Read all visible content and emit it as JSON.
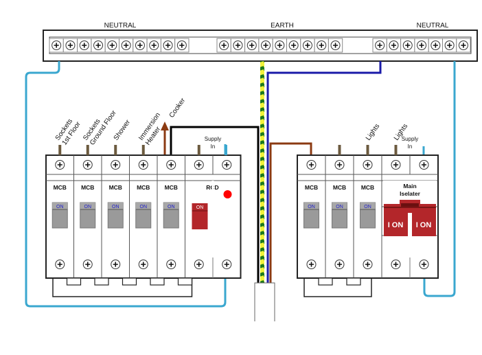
{
  "busbar": {
    "neutral_left_label": "NEUTRAL",
    "earth_label": "EARTH",
    "neutral_right_label": "NEUTRAL",
    "neutral_left_terminals": 10,
    "earth_terminals": 9,
    "neutral_right_terminals": 7
  },
  "left_unit": {
    "circuits": [
      {
        "lines": [
          "Sockets",
          "1st Floor"
        ]
      },
      {
        "lines": [
          "Sockets",
          "Ground Floor"
        ]
      },
      {
        "lines": [
          "Shower"
        ]
      },
      {
        "lines": [
          "Immersion",
          "Heater"
        ]
      },
      {
        "lines": [
          "Cooker"
        ]
      }
    ],
    "breakers": [
      {
        "type": "MCB",
        "switch": "ON"
      },
      {
        "type": "MCB",
        "switch": "ON"
      },
      {
        "type": "MCB",
        "switch": "ON"
      },
      {
        "type": "MCB",
        "switch": "ON"
      },
      {
        "type": "MCB",
        "switch": "ON"
      }
    ],
    "rcd": {
      "label": "RCD",
      "switch": "ON"
    },
    "supply_label": [
      "Supply",
      "In"
    ]
  },
  "right_unit": {
    "circuits": [
      {
        "lines": [
          "Lights"
        ]
      },
      {
        "lines": [
          "Lights"
        ]
      }
    ],
    "breakers": [
      {
        "type": "MCB",
        "switch": "ON"
      },
      {
        "type": "MCB",
        "switch": "ON"
      },
      {
        "type": "MCB",
        "switch": "ON"
      }
    ],
    "isolator": {
      "label": [
        "Main",
        "Iselater"
      ],
      "switch_left": "I ON",
      "switch_right": "I ON"
    },
    "supply_label": [
      "Supply",
      "In"
    ]
  },
  "colors": {
    "neutral_wire": "#3aa7cf",
    "live_wire": "#8b3a12",
    "earth_yellow": "#f2f23a",
    "earth_green": "#1d7a1d",
    "blue_wire": "#1a1aa8",
    "rcd_red": "#b3262a",
    "indicator_red": "#ff0000",
    "switch_grey": "#9a9a9a",
    "on_text": "#2020c8"
  }
}
